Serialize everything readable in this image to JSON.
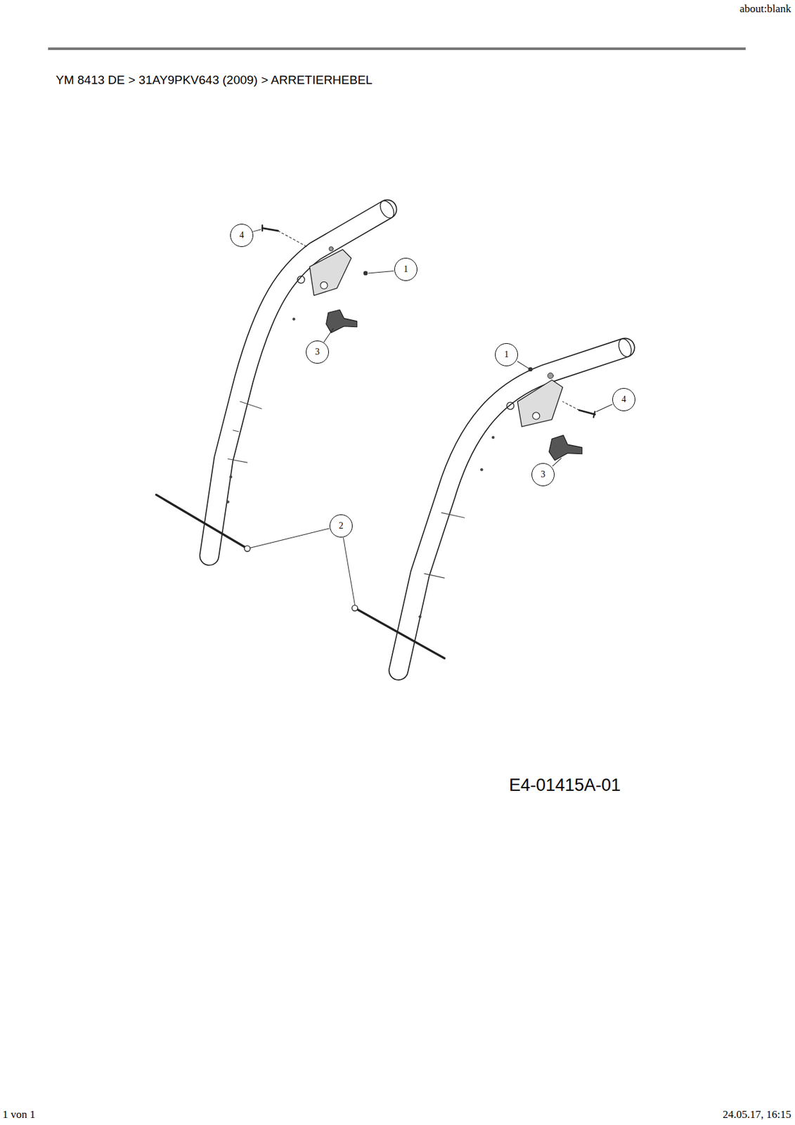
{
  "diagram": {
    "title": "YM 8413 DE  >  31AY9PKV643 (2009)  >  ARRETIERHEBEL",
    "nodes": [
      {
        "text": [
          "4"
        ]
      },
      {
        "text": [
          "1"
        ]
      },
      {
        "text": [
          "3"
        ]
      },
      {
        "text": [
          "1"
        ]
      },
      {
        "text": [
          "4"
        ]
      },
      {
        "text": [
          "3"
        ]
      },
      {
        "text": [
          "2"
        ]
      }
    ],
    "labels": [
      "about:blank",
      "E4-01415A-01",
      "1 von 1",
      "24.05.17, 16:15"
    ]
  }
}
